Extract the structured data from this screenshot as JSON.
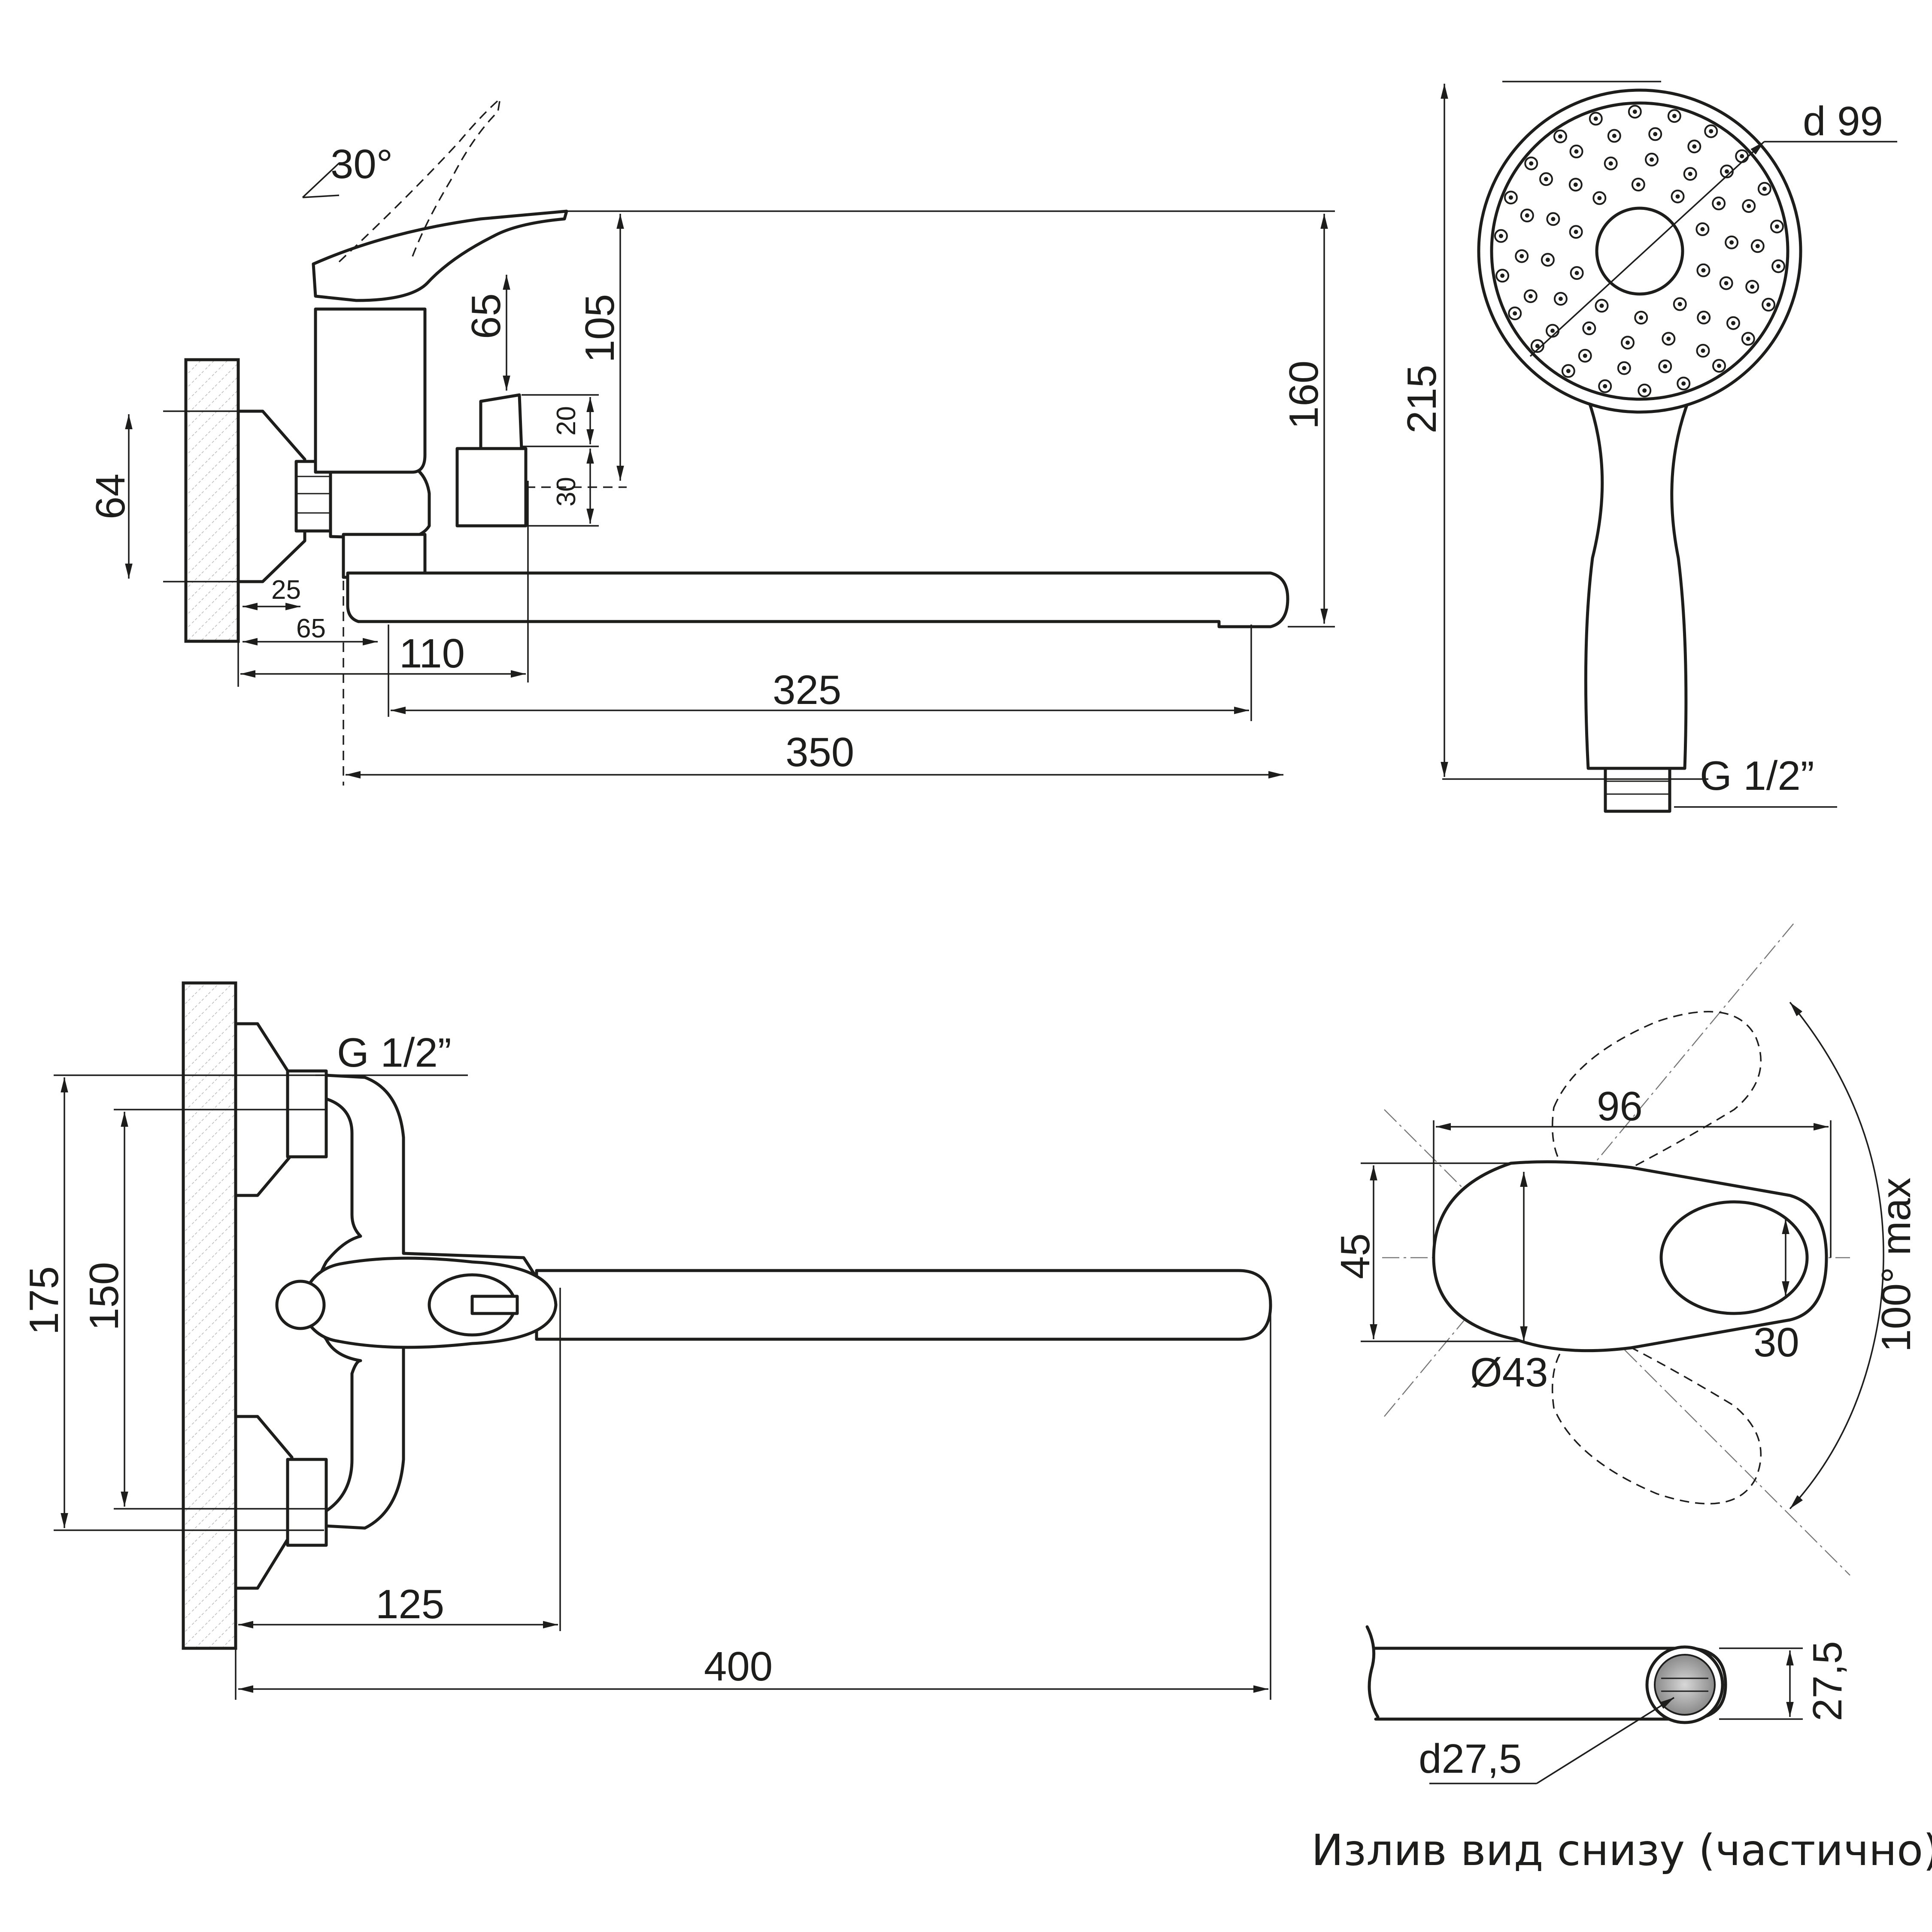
{
  "side_view": {
    "angle": "30°",
    "dims": {
      "d64": "64",
      "d25": "25",
      "d65_bottom": "65",
      "d110": "110",
      "d325": "325",
      "d350": "350",
      "d65_vertical": "65",
      "d105": "105",
      "d20": "20",
      "d30": "30",
      "d160": "160"
    }
  },
  "shower_head": {
    "diameter": "d 99",
    "length": "215",
    "thread": "G 1/2”"
  },
  "top_view": {
    "thread": "G 1/2”",
    "dims": {
      "d175": "175",
      "d150": "150",
      "d125": "125",
      "d400": "400"
    }
  },
  "lever_view": {
    "width": "96",
    "height": "45",
    "diameter": "Ø43",
    "inner": "30",
    "rotation": "100° max"
  },
  "spout_bottom": {
    "diameter": "d27,5",
    "height": "27,5",
    "caption": "Излив вид снизу (частично)"
  }
}
